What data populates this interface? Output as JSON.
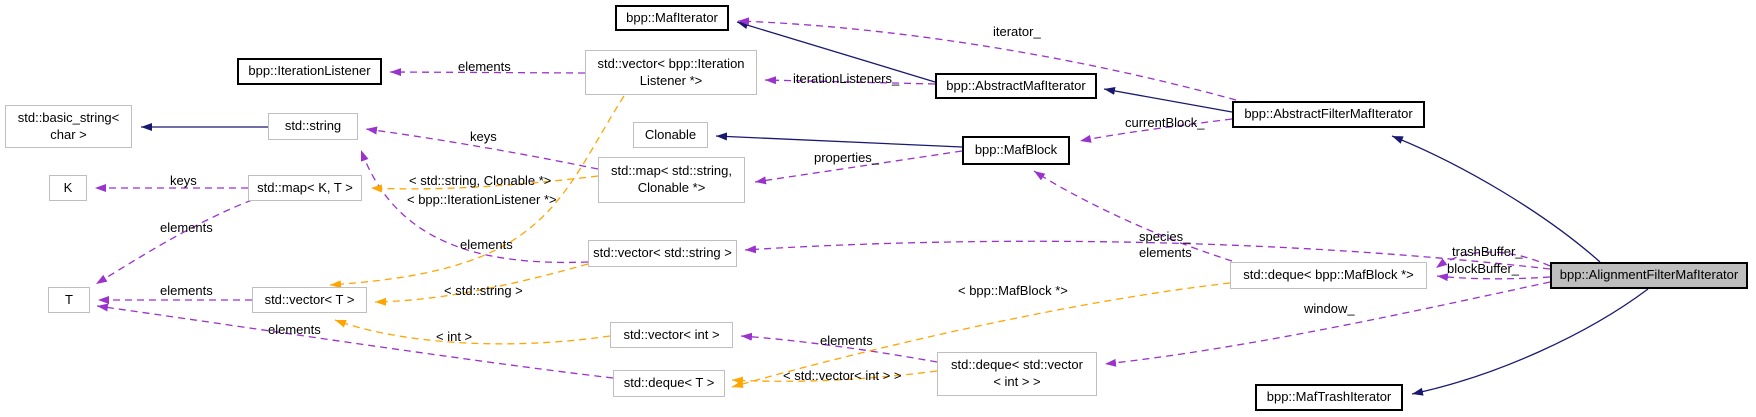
{
  "diagram": {
    "title": "Collaboration graph for bpp::AlignmentFilterMafIterator",
    "colors": {
      "inheritance_edge": "#191970",
      "usage_edge": "#9a32cd",
      "template_edge": "#ffa500",
      "node_border": "#bfbfbf",
      "node_border_strong": "#000000",
      "highlight_fill": "#bebebe",
      "background": "#ffffff"
    },
    "nodes": {
      "mafiterator": {
        "label": "bpp::MafIterator"
      },
      "iterationlistener": {
        "label": "bpp::IterationListener"
      },
      "vec_iterlist": {
        "label": "std::vector< bpp::Iteration\nListener *>"
      },
      "abstractmaf": {
        "label": "bpp::AbstractMafIterator"
      },
      "abstractfilter": {
        "label": "bpp::AbstractFilterMafIterator"
      },
      "basicstring": {
        "label": "std::basic_string<\nchar >"
      },
      "stringbox": {
        "label": "std::string"
      },
      "clonable": {
        "label": "Clonable"
      },
      "mafblock": {
        "label": "bpp::MafBlock"
      },
      "kbox": {
        "label": "K"
      },
      "map_kt": {
        "label": "std::map< K, T >"
      },
      "map_sc": {
        "label": "std::map< std::string,\nClonable *>"
      },
      "vec_string": {
        "label": "std::vector< std::string >"
      },
      "tbox": {
        "label": "T"
      },
      "vec_t": {
        "label": "std::vector< T >"
      },
      "vec_int": {
        "label": "std::vector< int >"
      },
      "deque_t": {
        "label": "std::deque< T >"
      },
      "deque_vecint": {
        "label": "std::deque< std::vector\n< int > >"
      },
      "deque_mafblock": {
        "label": "std::deque< bpp::MafBlock *>"
      },
      "alignmentfilter": {
        "label": "bpp::AlignmentFilterMafIterator"
      },
      "maftrash": {
        "label": "bpp::MafTrashIterator"
      }
    },
    "labels": {
      "elements_veciter": "elements",
      "iterator": "iterator_",
      "iterationlisteners": "iterationListeners_",
      "currentblock": "currentBlock_",
      "keys_mapsc": "keys",
      "properties": "properties_",
      "tmpl_map_sc": "< std::string, Clonable *>",
      "tmpl_vec_iterlist": "< bpp::IterationListener *>",
      "keys_mapkt": "keys",
      "elements_mapkt": "elements",
      "elements_vecstring": "elements",
      "species": "species_",
      "elements_dequemaf": "elements",
      "trashbuffer": "trashBuffer_",
      "blockbuffer": "blockBuffer_",
      "tmpl_vec_string": "< std::string >",
      "elements_vect": "elements",
      "tmpl_deque_mafblock": "< bpp::MafBlock *>",
      "tmpl_vec_int": "< int >",
      "elements_dequet": "elements",
      "elements_dequevecint": "elements",
      "tmpl_deque_vecint": "< std::vector< int > >",
      "window": "window_"
    }
  }
}
